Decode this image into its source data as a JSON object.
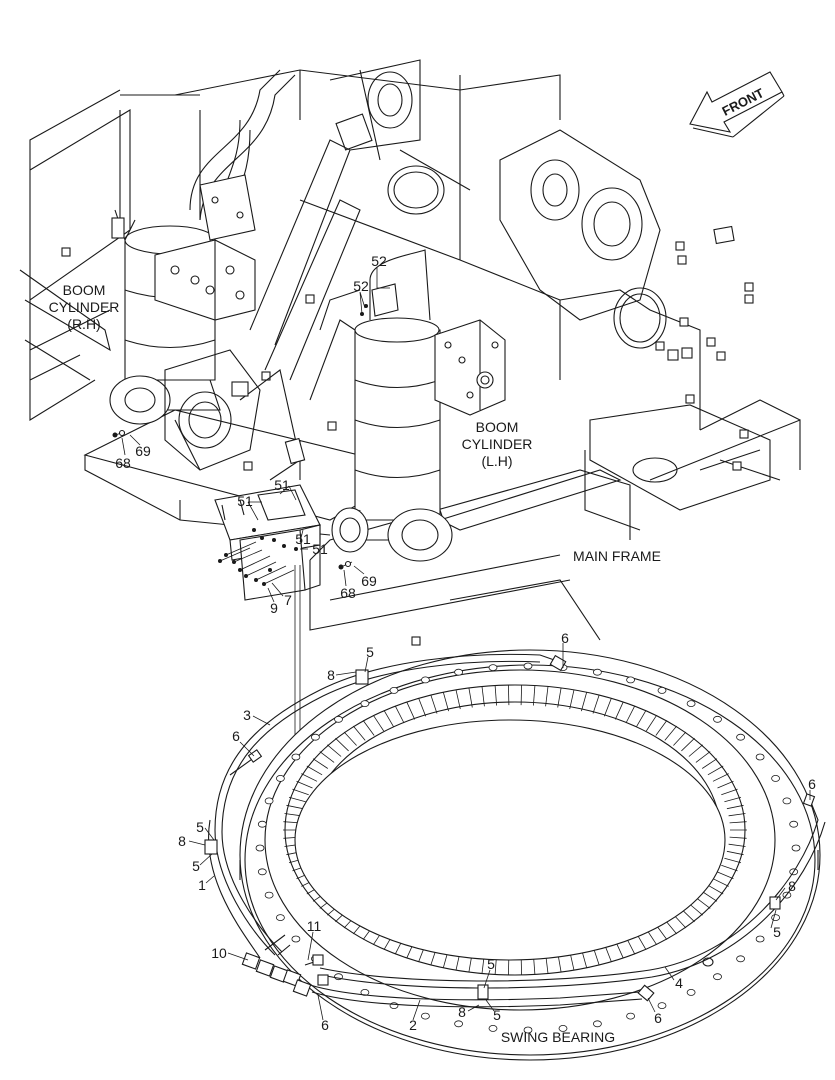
{
  "diagram": {
    "front_label": "FRONT",
    "captions": {
      "boom_rh": [
        "BOOM",
        "CYLINDER",
        "(R.H)"
      ],
      "boom_lh": [
        "BOOM",
        "CYLINDER",
        "(L.H)"
      ],
      "main_frame": "MAIN FRAME",
      "swing_bearing": "SWING BEARING"
    },
    "part_callouts": [
      "52",
      "52",
      "51",
      "51",
      "51",
      "51",
      "68",
      "69",
      "68",
      "69",
      "9",
      "7",
      "5",
      "6",
      "8",
      "3",
      "6",
      "5",
      "8",
      "5",
      "1",
      "6",
      "8",
      "5",
      "10",
      "11",
      "5",
      "6",
      "8",
      "5",
      "2",
      "6",
      "4"
    ]
  }
}
